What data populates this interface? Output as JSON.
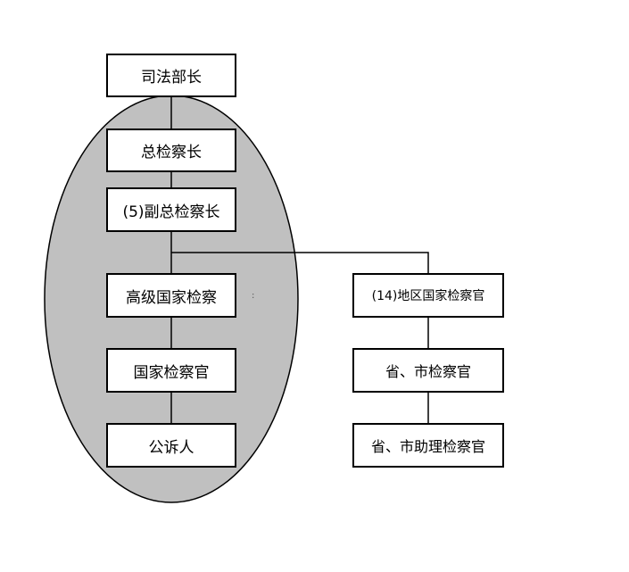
{
  "nodes": {
    "minister": "司法部长",
    "prosecutor_general": "总检察长",
    "deputy_prosecutor_general": "(5)副总检察长",
    "senior_state_prosecutor": "高级国家检察",
    "state_prosecutor": "国家检察官",
    "public_prosecutor": "公诉人",
    "regional_state_prosecutor": "(14)地区国家检察官",
    "provincial_municipal_prosecutor": "省、市检察官",
    "provincial_municipal_assistant_prosecutor": "省、市助理检察官"
  },
  "stray_mark": ":",
  "colors": {
    "ellipse_fill": "#c0c0c0",
    "stroke": "#000000",
    "box_fill": "#ffffff"
  }
}
